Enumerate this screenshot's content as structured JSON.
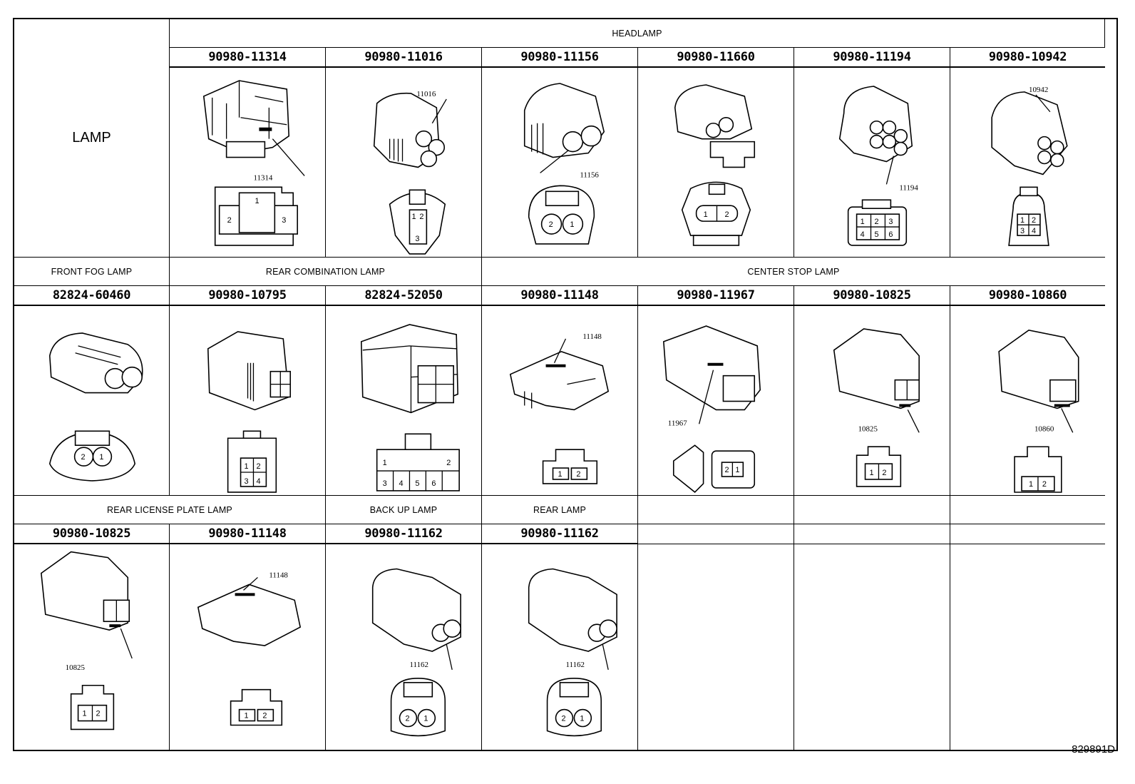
{
  "side_label": "LAMP",
  "groups": {
    "headlamp": "HEADLAMP",
    "front_fog": "FRONT FOG LAMP",
    "rear_combination": "REAR COMBINATION LAMP",
    "center_stop": "CENTER STOP LAMP",
    "rear_license": "REAR LICENSE PLATE LAMP",
    "back_up": "BACK UP LAMP",
    "rear": "REAR LAMP"
  },
  "rows": [
    {
      "parts": [
        "90980-11314",
        "90980-11016",
        "90980-11156",
        "90980-11660",
        "90980-11194",
        "90980-10942"
      ],
      "callouts": [
        "11314",
        "11016",
        "11156",
        "",
        "11194",
        "10942"
      ],
      "pins": [
        [
          "1",
          "2",
          "3"
        ],
        [
          "1",
          "2",
          "3"
        ],
        [
          "2",
          "1"
        ],
        [
          "1",
          "2"
        ],
        [
          "1",
          "2",
          "3",
          "4",
          "5",
          "6"
        ],
        [
          "1",
          "2",
          "3",
          "4"
        ]
      ]
    },
    {
      "parts": [
        "82824-60460",
        "90980-10795",
        "82824-52050",
        "90980-11148",
        "90980-11967",
        "90980-10825",
        "90980-10860"
      ],
      "callouts": [
        "",
        "",
        "",
        "11148",
        "11967",
        "10825",
        "10860"
      ],
      "pins": [
        [
          "2",
          "1"
        ],
        [
          "1",
          "2",
          "3",
          "4"
        ],
        [
          "1",
          "2",
          "3",
          "4",
          "5",
          "6"
        ],
        [
          "1",
          "2"
        ],
        [
          "2",
          "1"
        ],
        [
          "1",
          "2"
        ],
        [
          "1",
          "2"
        ]
      ]
    },
    {
      "parts": [
        "90980-10825",
        "90980-11148",
        "90980-11162",
        "90980-11162"
      ],
      "callouts": [
        "10825",
        "11148",
        "11162",
        "11162"
      ],
      "pins": [
        [
          "1",
          "2"
        ],
        [
          "1",
          "2"
        ],
        [
          "2",
          "1"
        ],
        [
          "2",
          "1"
        ]
      ]
    }
  ],
  "diagram_id": "829891D"
}
